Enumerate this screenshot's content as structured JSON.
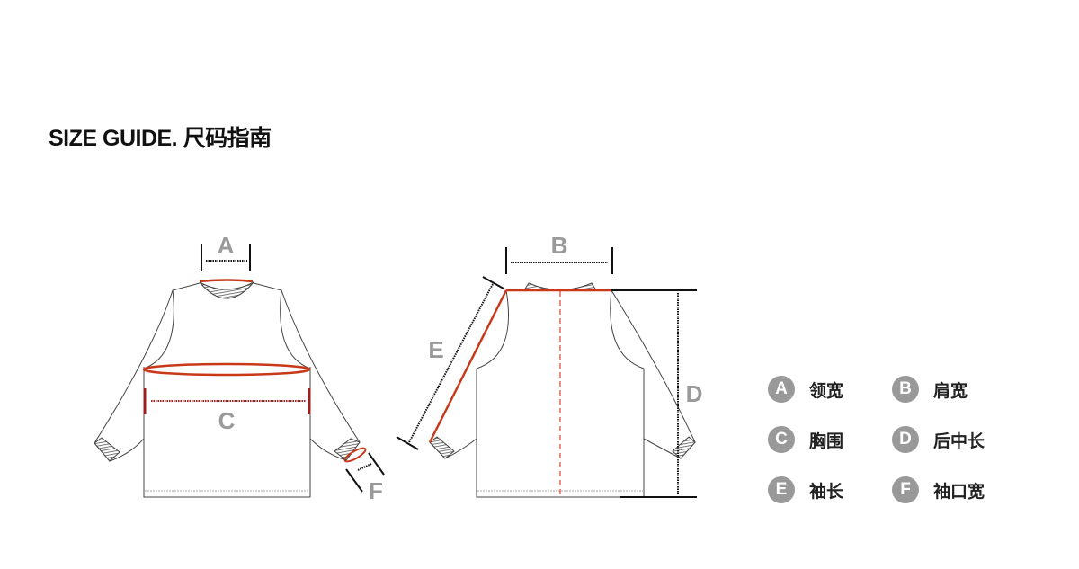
{
  "title": "SIZE GUIDE. 尺码指南",
  "markers": {
    "a": "A",
    "b": "B",
    "c": "C",
    "d": "D",
    "e": "E",
    "f": "F"
  },
  "legend": [
    {
      "letter": "A",
      "label": "领宽"
    },
    {
      "letter": "B",
      "label": "肩宽"
    },
    {
      "letter": "C",
      "label": "胸围"
    },
    {
      "letter": "D",
      "label": "后中长"
    },
    {
      "letter": "E",
      "label": "袖长"
    },
    {
      "letter": "F",
      "label": "袖口宽"
    }
  ],
  "colors": {
    "accent": "#c8391a",
    "marker": "#9a9a9a",
    "line": "#444444"
  }
}
